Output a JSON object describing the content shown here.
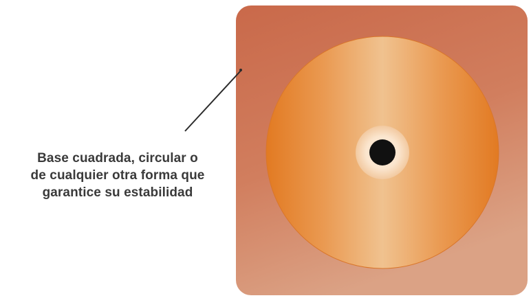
{
  "caption": {
    "line_1": "Base cuadrada, circular o",
    "line_2": "de cualquier otra forma que",
    "line_3": "garantice su estabilidad"
  },
  "colors": {
    "base_top": "#c9694a",
    "base_bottom": "#d99c80",
    "disc_edge": "#e07b24",
    "disc_center": "#efc08e",
    "hub": "#f6d6b4",
    "hole": "#111111",
    "pointer": "#2b2b2b"
  }
}
